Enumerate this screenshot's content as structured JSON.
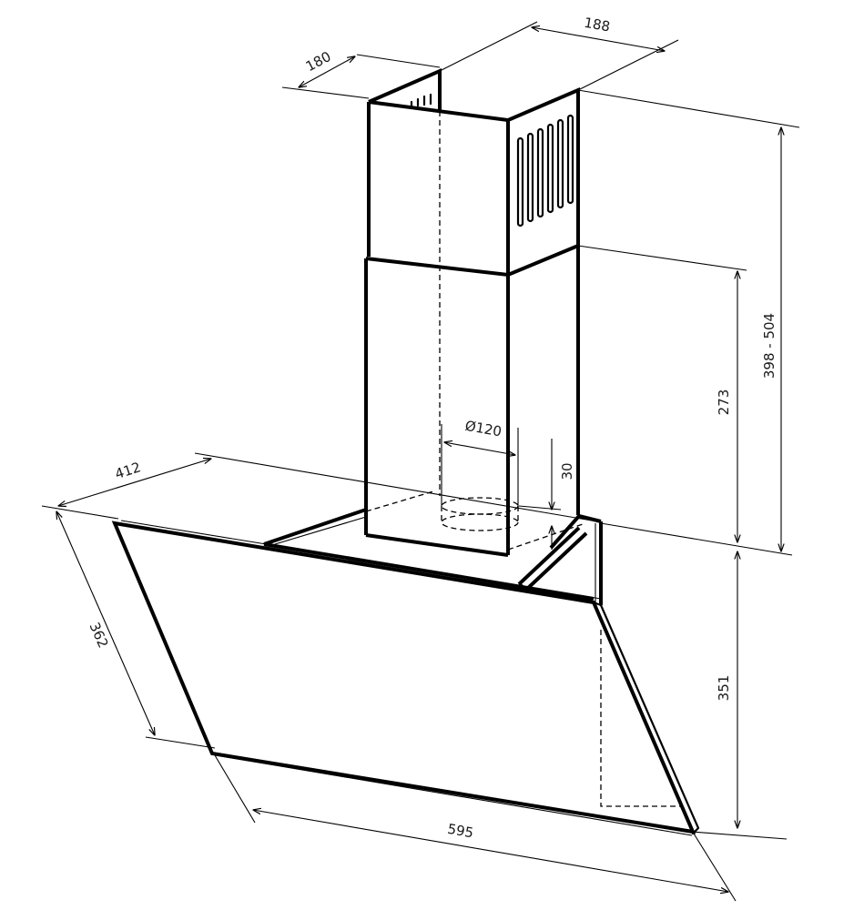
{
  "drawing": {
    "dimensions": {
      "chimney_depth": "180",
      "chimney_width": "188",
      "chimney_height_range": "398 - 504",
      "lower_chimney_height": "273",
      "duct_diameter": "Ø120",
      "duct_collar": "30",
      "hood_depth": "412",
      "glass_slope_length": "362",
      "hood_height": "351",
      "hood_width": "595"
    }
  }
}
